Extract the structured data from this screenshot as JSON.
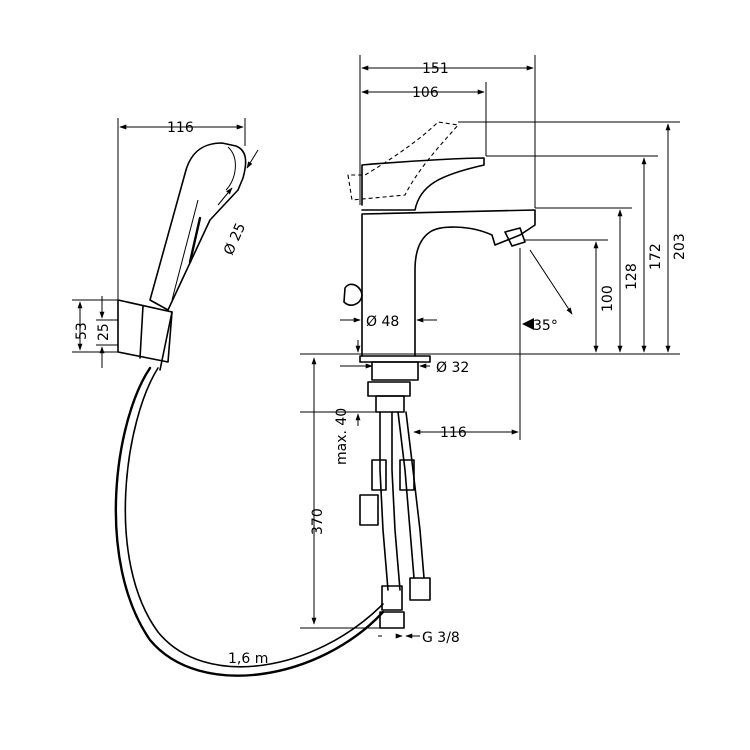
{
  "dimensions": {
    "handshower_width": "116",
    "nozzle_diameter": "Ø 25",
    "holder_height": "53",
    "holder_inner": "25",
    "tap_total_length": "151",
    "spout_reach": "106",
    "height_total": "203",
    "height_handle": "172",
    "height_spout": "128",
    "height_outlet": "100",
    "angle": "35°",
    "base_diameter": "Ø 48",
    "shank_diameter": "Ø 32",
    "max_thickness": "max. 40",
    "hose_offset": "116",
    "hose_length_vertical": "370",
    "connection": "G 3/8",
    "hose_length": "1,6 m"
  }
}
